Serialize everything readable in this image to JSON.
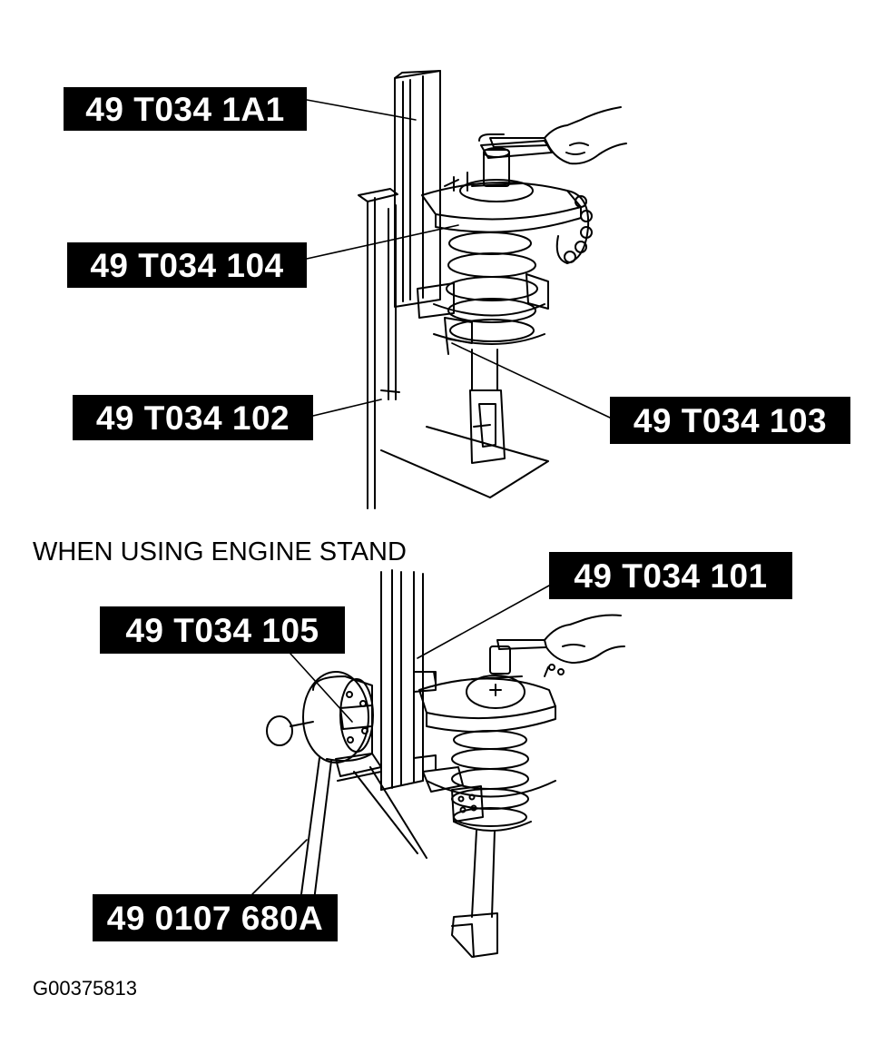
{
  "labels": {
    "tool_1a1": "49 T034 1A1",
    "tool_104": "49 T034 104",
    "tool_102": "49 T034 102",
    "tool_103": "49 T034 103",
    "tool_101": "49 T034 101",
    "tool_105": "49 T034 105",
    "tool_680a": "49 0107 680A"
  },
  "caption": "WHEN USING ENGINE STAND",
  "figure_id": "G00375813",
  "colors": {
    "ink": "#000000",
    "paper": "#ffffff"
  }
}
